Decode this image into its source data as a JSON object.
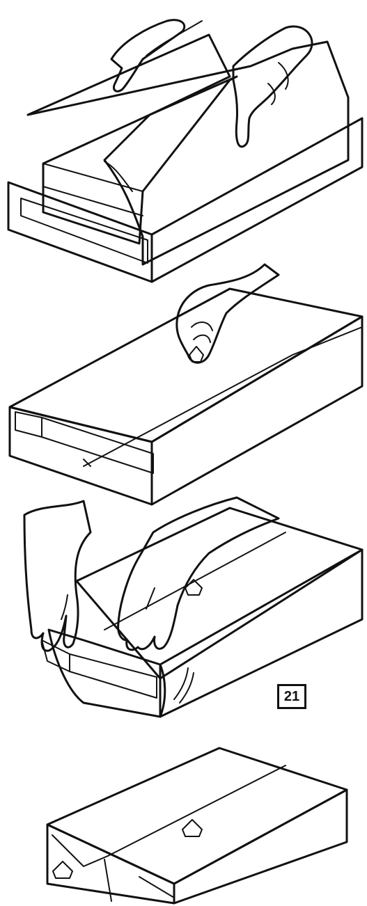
{
  "figure": {
    "label": "21",
    "steps": [
      {
        "id": 1,
        "description_icon": "box-wrap-step-1"
      },
      {
        "id": 2,
        "description_icon": "box-wrap-step-2"
      },
      {
        "id": 3,
        "description_icon": "box-wrap-step-3"
      },
      {
        "id": 4,
        "description_icon": "box-wrap-step-4"
      }
    ]
  },
  "colors": {
    "tape_blue": "#1f57c8",
    "box_grey": "#c9c9cf",
    "paper_white": "#ffffff",
    "outline": "#111111"
  }
}
